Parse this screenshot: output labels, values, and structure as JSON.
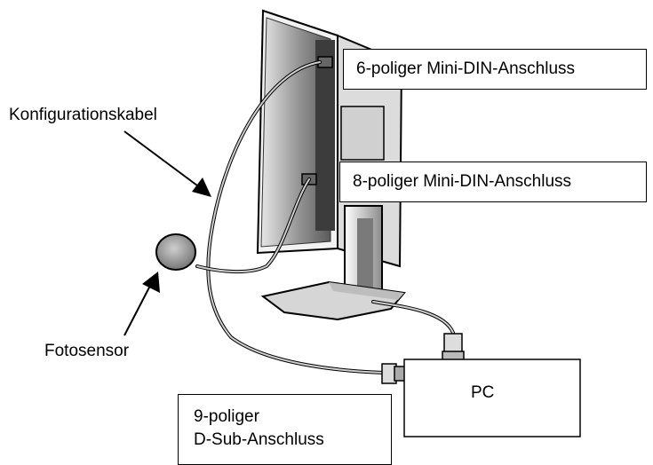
{
  "labels": {
    "config_cable": "Konfigurationskabel",
    "photo_sensor": "Fotosensor",
    "mini_din_6": "6-poliger Mini-DIN-Anschluss",
    "mini_din_8": "8-poliger Mini-DIN-Anschluss",
    "pc": "PC",
    "dsub_line1": "9-poliger",
    "dsub_line2": "D-Sub-Anschluss"
  }
}
